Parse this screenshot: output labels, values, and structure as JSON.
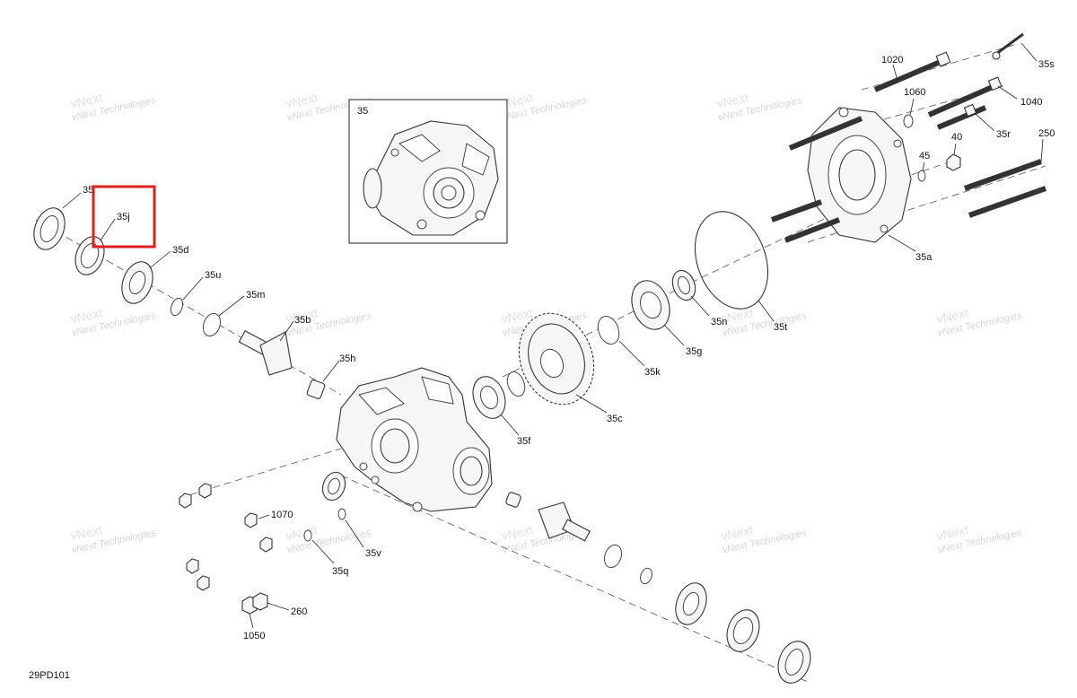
{
  "diagram_code": "29PD101",
  "watermark_text_line1": "vNext",
  "watermark_text_line2": "Technologies",
  "watermark_text_full": "vNext Technologies",
  "highlight_color": "#e02020",
  "highlighted_part": "35j",
  "labels": {
    "p35_left": "35",
    "p35j": "35j",
    "p35d": "35d",
    "p35u": "35u",
    "p35m": "35m",
    "p35b": "35b",
    "p35h": "35h",
    "p35_inset": "35",
    "p35f": "35f",
    "p35c": "35c",
    "p35k": "35k",
    "p35g": "35g",
    "p35n": "35n",
    "p35t": "35t",
    "p35a": "35a",
    "p1020": "1020",
    "p35s": "35s",
    "p1060": "1060",
    "p1040": "1040",
    "p35r": "35r",
    "p40": "40",
    "p45": "45",
    "p250": "250",
    "p1070": "1070",
    "p35v": "35v",
    "p35q": "35q",
    "p260": "260",
    "p1050": "1050"
  }
}
